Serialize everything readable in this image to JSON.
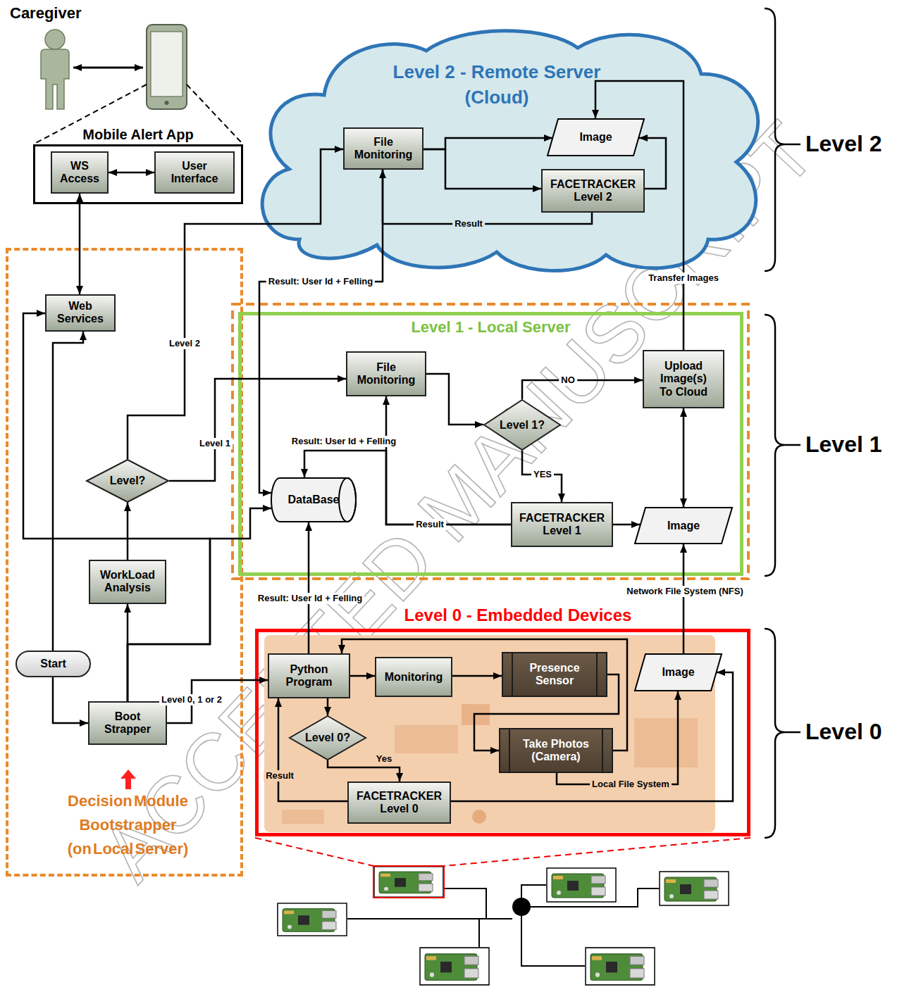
{
  "diagram": {
    "nodes": [
      {
        "text": [
          "Level 2 - Remote Server (Cloud)"
        ]
      },
      {
        "text": [
          "File Monitoring"
        ],
        "in": 0
      },
      {
        "text": [
          "Image"
        ],
        "in": 0
      },
      {
        "text": [
          "FACETRACKER Level 2"
        ],
        "in": 0
      },
      {
        "text": [
          "Mobile Alert App"
        ]
      },
      {
        "text": [
          "WS Access"
        ],
        "in": 4
      },
      {
        "text": [
          "User Interface"
        ],
        "in": 4
      },
      {
        "text": [
          "Decision Module Bootstrapper (on Local Server)"
        ]
      },
      {
        "text": [
          "Web Services"
        ],
        "in": 7
      },
      {
        "text": [
          "Level?"
        ],
        "in": 7
      },
      {
        "text": [
          "WorkLoad Analysis"
        ],
        "in": 7
      },
      {
        "text": [
          "Start"
        ],
        "in": 7
      },
      {
        "text": [
          "Boot Strapper"
        ],
        "in": 7
      },
      {
        "text": [
          "Level 1 - Local Server"
        ]
      },
      {
        "text": [
          "File Monitoring"
        ],
        "in": 13
      },
      {
        "text": [
          "Level 1?"
        ],
        "in": 13
      },
      {
        "text": [
          "Upload Image(s) To Cloud"
        ],
        "in": 13
      },
      {
        "text": [
          "DataBase"
        ],
        "in": 13
      },
      {
        "text": [
          "FACETRACKER Level 1"
        ],
        "in": 13
      },
      {
        "text": [
          "Image"
        ],
        "in": 13
      },
      {
        "text": [
          "Level 0 - Embedded Devices"
        ]
      },
      {
        "text": [
          "Python Program"
        ],
        "in": 20
      },
      {
        "text": [
          "Monitoring"
        ],
        "in": 20
      },
      {
        "text": [
          "Presence Sensor"
        ],
        "in": 20
      },
      {
        "text": [
          "Image"
        ],
        "in": 20
      },
      {
        "text": [
          "Take Photos (Camera)"
        ],
        "in": 20
      },
      {
        "text": [
          "Level 0?"
        ],
        "in": 20
      },
      {
        "text": [
          "FACETRACKER Level 0"
        ],
        "in": 20
      }
    ],
    "edges": [
      {
        "from": 1,
        "to": 2,
        "arrow": "to"
      },
      {
        "from": 1,
        "to": 3,
        "arrow": "to"
      },
      {
        "from": 3,
        "to": 2,
        "arrow": "to"
      },
      {
        "from": 3,
        "to": 1,
        "label": "Result",
        "arrow": "to"
      },
      {
        "from": 16,
        "to": 2,
        "label": "Transfer Images",
        "arrow": "to"
      },
      {
        "from": 9,
        "to": 1,
        "label": "Level 2",
        "arrow": "to"
      },
      {
        "from": 1,
        "to": 17,
        "label": "Result: User Id + Felling",
        "arrow": "to"
      },
      {
        "from": 5,
        "to": 6,
        "arrow": "both"
      },
      {
        "from": 8,
        "to": 5,
        "arrow": "both"
      },
      {
        "from": 11,
        "to": 8,
        "arrow": "to"
      },
      {
        "from": 11,
        "to": 12,
        "arrow": "to"
      },
      {
        "from": 12,
        "to": 10,
        "arrow": "to"
      },
      {
        "from": 10,
        "to": 9,
        "arrow": "to"
      },
      {
        "from": 9,
        "to": 14,
        "label": "Level 1",
        "arrow": "to"
      },
      {
        "from": 12,
        "to": 21,
        "label": "Level 0, 1 or 2",
        "arrow": "to"
      },
      {
        "from": 12,
        "to": 17,
        "arrow": "to"
      },
      {
        "from": 12,
        "to": 8,
        "arrow": "to"
      },
      {
        "from": 14,
        "to": 15,
        "arrow": "to"
      },
      {
        "from": 15,
        "to": 16,
        "label": "NO",
        "arrow": "to"
      },
      {
        "from": 15,
        "to": 18,
        "label": "YES",
        "arrow": "to"
      },
      {
        "from": 18,
        "to": 19,
        "arrow": "to"
      },
      {
        "from": 18,
        "to": 14,
        "label": "Result",
        "arrow": "to"
      },
      {
        "from": 18,
        "to": 17,
        "label": "Result: User Id + Felling",
        "arrow": "to"
      },
      {
        "from": 16,
        "to": 19,
        "arrow": "both"
      },
      {
        "from": 24,
        "to": 19,
        "label": "Network File System (NFS)",
        "arrow": "to"
      },
      {
        "from": 21,
        "to": 17,
        "label": "Result: User Id + Felling",
        "arrow": "to"
      },
      {
        "from": 21,
        "to": 22,
        "arrow": "to"
      },
      {
        "from": 22,
        "to": 23,
        "arrow": "to"
      },
      {
        "from": 23,
        "to": 25,
        "arrow": "to"
      },
      {
        "from": 25,
        "to": 21,
        "arrow": "to"
      },
      {
        "from": 25,
        "to": 24,
        "label": "Local File System",
        "arrow": "to"
      },
      {
        "from": 21,
        "to": 26,
        "arrow": "to"
      },
      {
        "from": 26,
        "to": 27,
        "label": "Yes",
        "arrow": "to"
      },
      {
        "from": 27,
        "to": 24,
        "arrow": "to"
      },
      {
        "from": 27,
        "to": 21,
        "label": "Result",
        "arrow": "to"
      }
    ],
    "labels": [
      "Caregiver",
      "Level 2",
      "Level 1",
      "Level 0",
      "ACCEPTED MANUSCRIPT"
    ]
  }
}
